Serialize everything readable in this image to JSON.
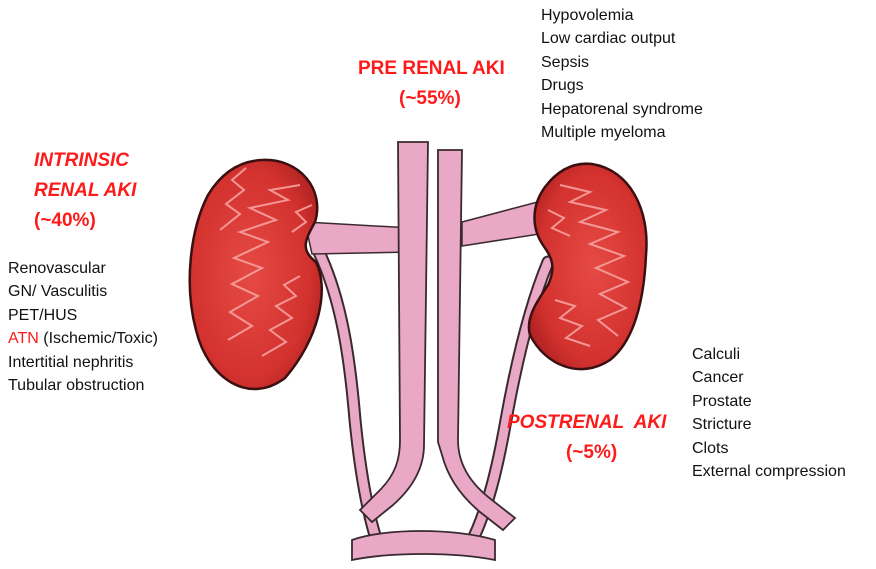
{
  "labels": {
    "prerenal_title": "PRE RENAL AKI",
    "prerenal_pct": "(~55%)",
    "intrinsic_line1": "INTRINSIC",
    "intrinsic_line2": "RENAL AKI",
    "intrinsic_pct": "(~40%)",
    "postrenal_title": "POSTRENAL  AKI",
    "postrenal_pct": "(~5%)"
  },
  "prerenal_causes": [
    "Hypovolemia",
    "Low cardiac output",
    "Sepsis",
    "Drugs",
    "Hepatorenal syndrome",
    "Multiple myeloma"
  ],
  "intrinsic_causes": {
    "item1": "Renovascular",
    "item2": "GN/ Vasculitis",
    "item3": "PET/HUS",
    "item4_highlight": "ATN",
    "item4_rest": " (Ischemic/Toxic)",
    "item5": "Intertitial nephritis",
    "item6": "Tubular obstruction"
  },
  "postrenal_causes": [
    "Calculi",
    "Cancer",
    "Prostate",
    "Stricture",
    "Clots",
    "External compression"
  ],
  "colors": {
    "accent_red": "#ff1a1a",
    "kidney_red": "#d9302f",
    "vessel_pink": "#e9a8c6"
  }
}
